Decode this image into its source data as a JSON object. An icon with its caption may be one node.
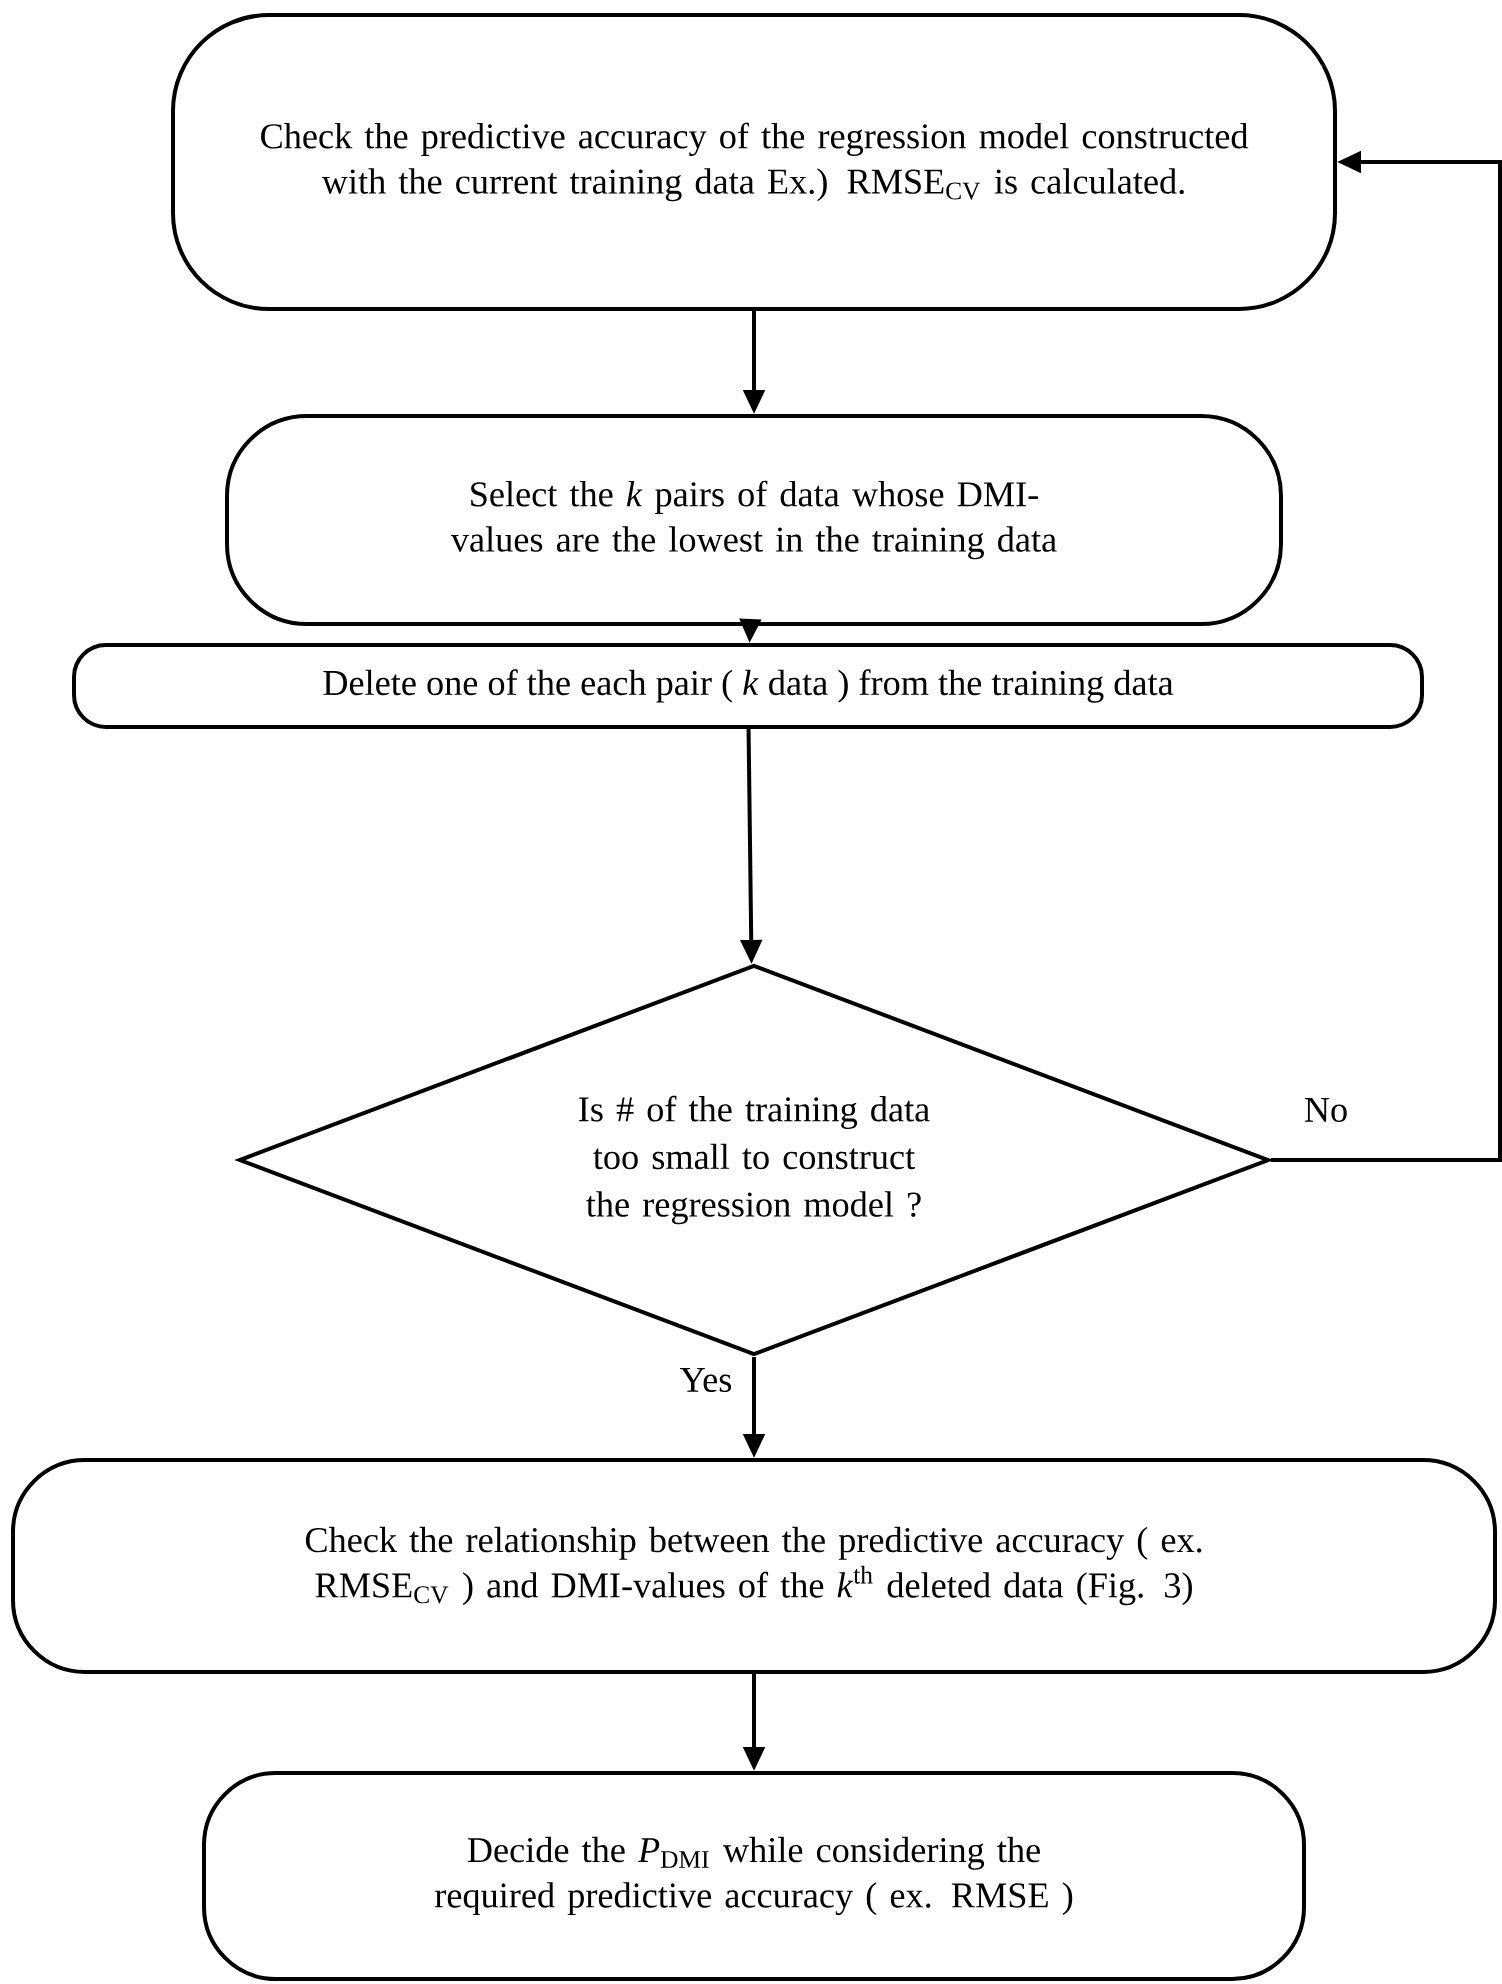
{
  "diagram": {
    "nodes": [
      {
        "text": [
          "Check the predictive accuracy of the regression model constructed with the current training data Ex.) RMSE$_{CV}$ is calculated."
        ]
      },
      {
        "text": [
          "Select the *k* pairs of data whose DMI-values are the lowest in the training data"
        ]
      },
      {
        "text": [
          "Delete one of the each pair ( *k* data ) from the training data"
        ]
      },
      {
        "text": [
          "Is # of the training data too small to construct the regression model ?"
        ]
      },
      {
        "text": [
          "Check the relationship between the predictive accuracy ( ex. RMSE$_{CV}$ ) and DMI-values of the *k*$^{th}$ deleted data (Fig. 3)"
        ]
      },
      {
        "text": [
          "Decide the *P*$_{DMI}$ while considering the required predictive accuracy ( ex. RMSE )"
        ]
      }
    ],
    "edges": [
      {
        "from": 0,
        "to": 1,
        "arrow": "to"
      },
      {
        "from": 1,
        "to": 2,
        "arrow": "to"
      },
      {
        "from": 2,
        "to": 3,
        "arrow": "to"
      },
      {
        "from": 3,
        "to": 4,
        "arrow": "to",
        "label": "Yes"
      },
      {
        "from": 3,
        "to": 0,
        "arrow": "to",
        "label": "No"
      },
      {
        "from": 4,
        "to": 5,
        "arrow": "to"
      }
    ]
  }
}
